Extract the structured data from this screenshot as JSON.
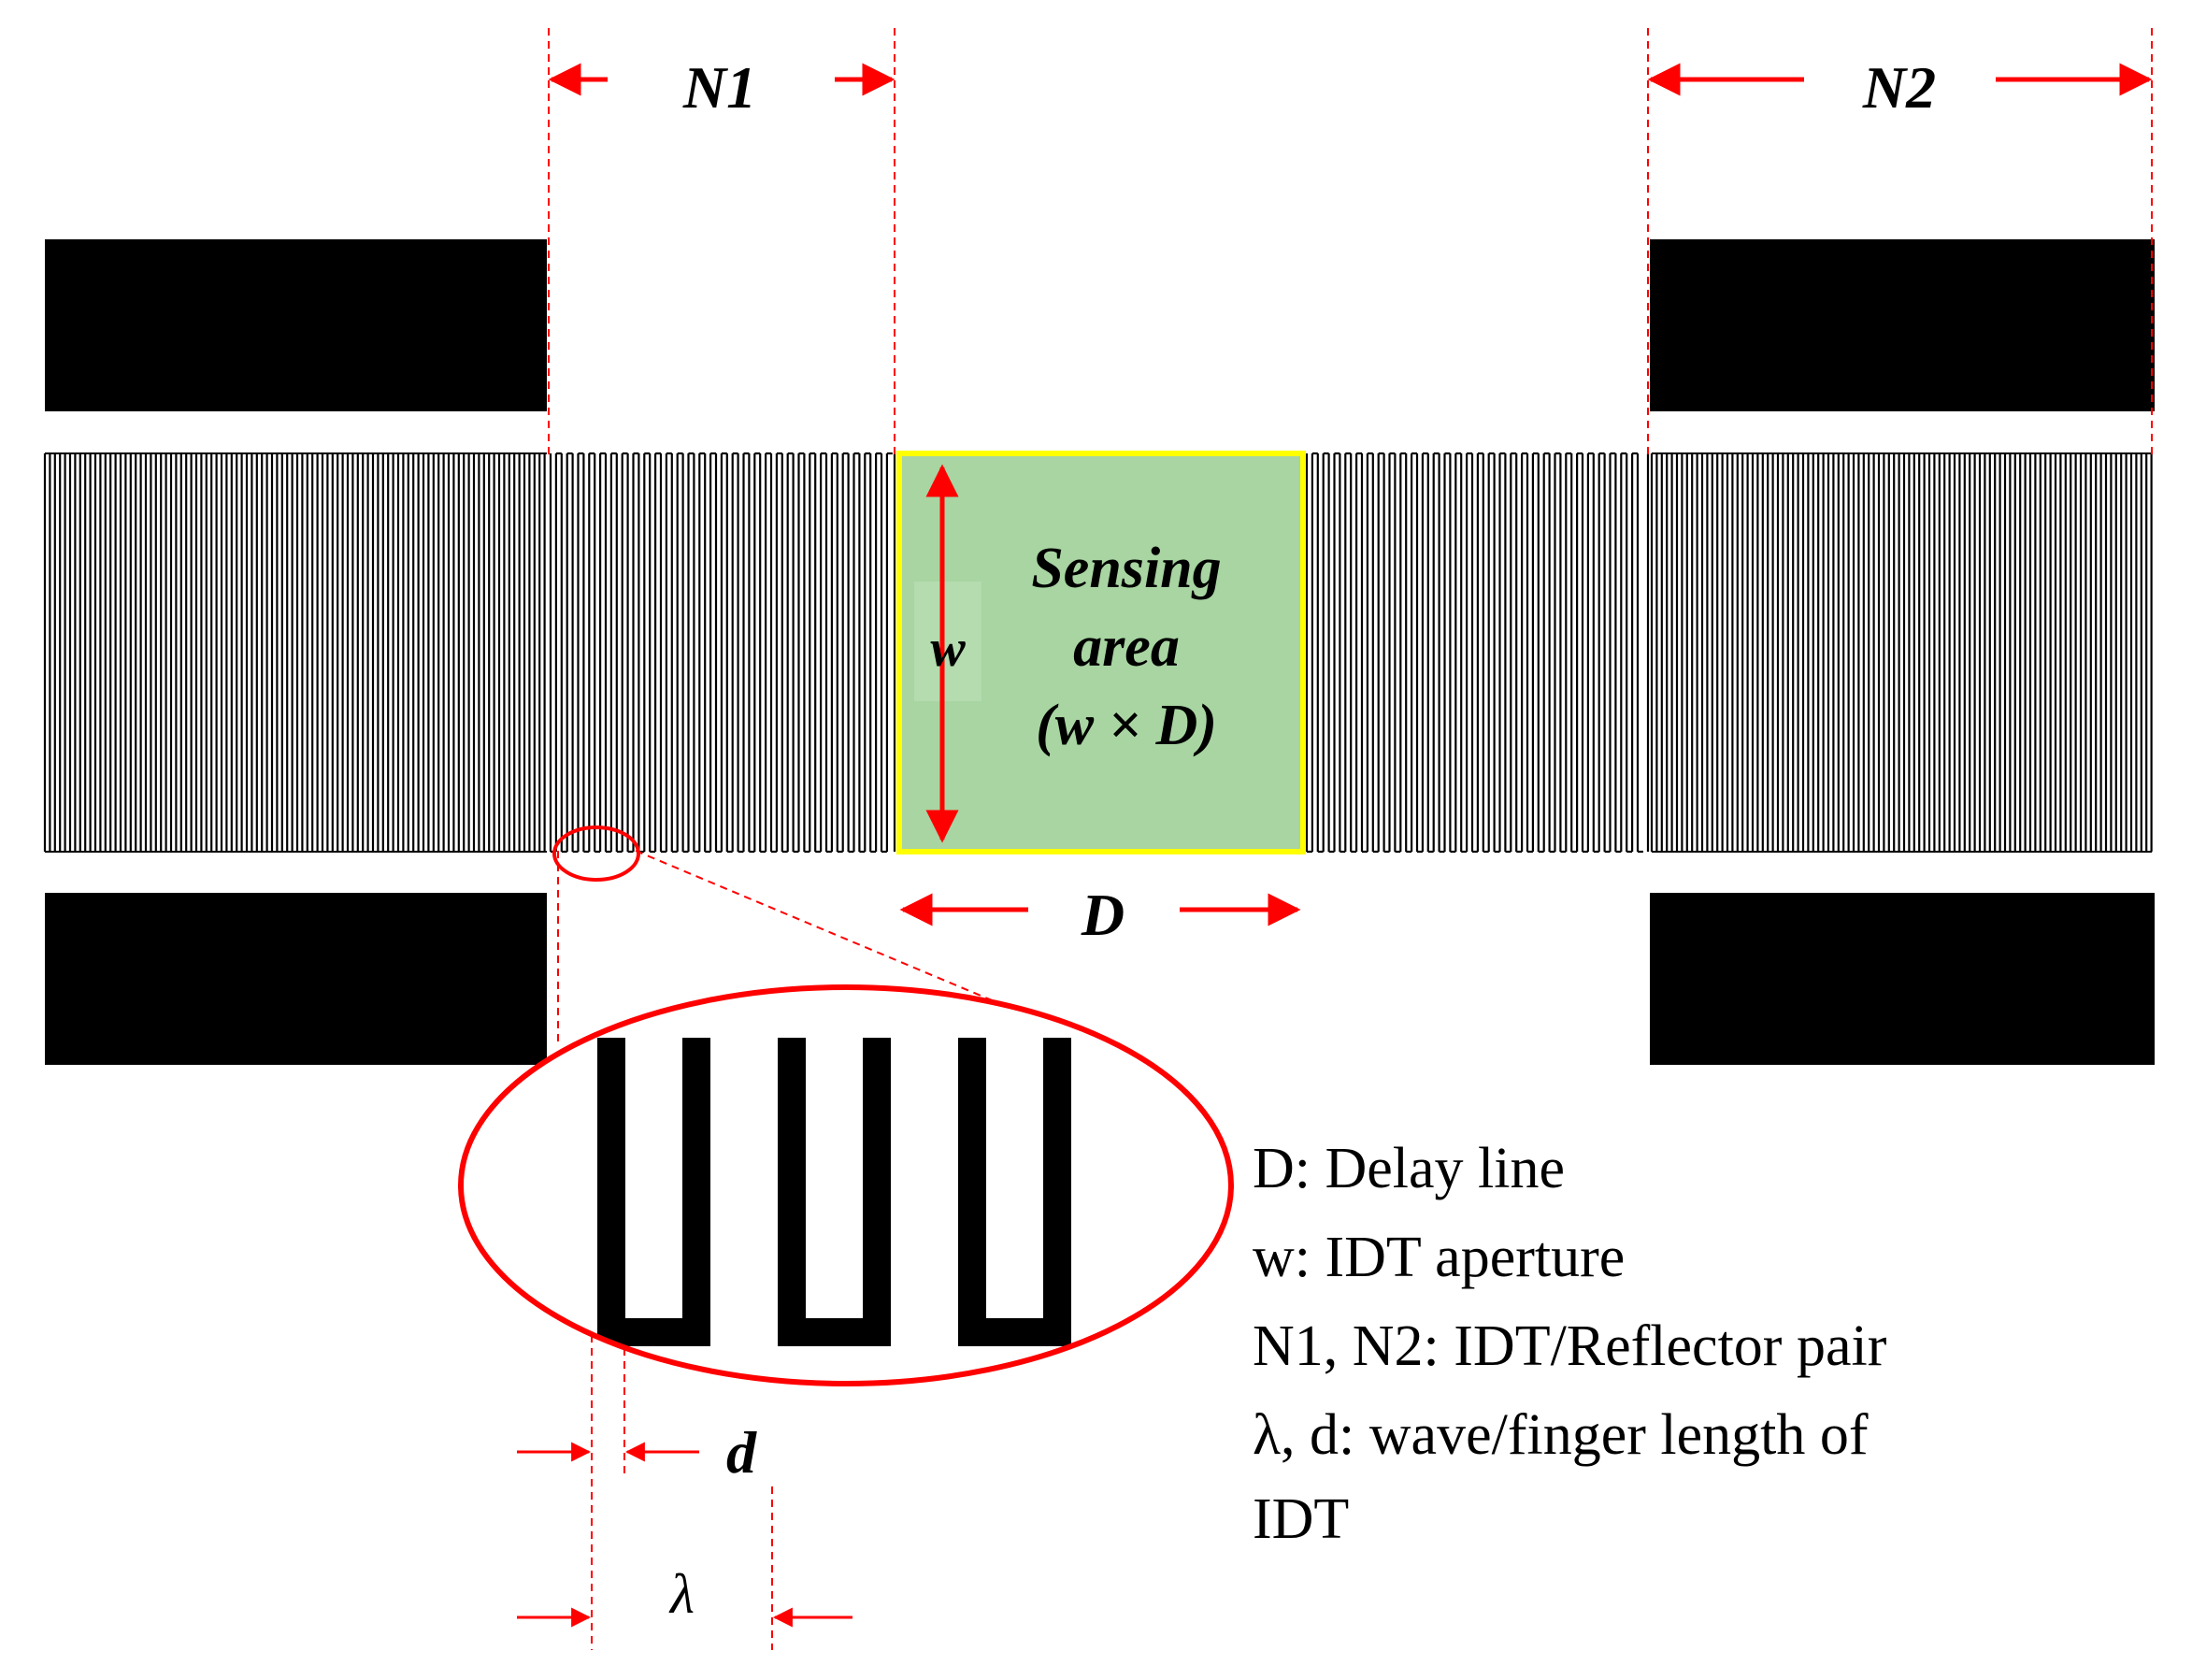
{
  "labels": {
    "n1": "N1",
    "n2": "N2",
    "w": "w",
    "d_delay": "D",
    "finger_d": "d",
    "lambda": "λ"
  },
  "sensing_area": {
    "line1": "Sensing",
    "line2": "area",
    "line3": "(w × D)"
  },
  "legend": [
    "D: Delay line",
    "w: IDT aperture",
    "N1, N2: IDT/Reflector pair",
    "λ, d: wave/finger length of",
    "IDT"
  ],
  "colors": {
    "electrode": "#000000",
    "dimension_red": "#ff0000",
    "sensing_fill": "#a8d5a2",
    "sensing_border": "#ffff00"
  }
}
